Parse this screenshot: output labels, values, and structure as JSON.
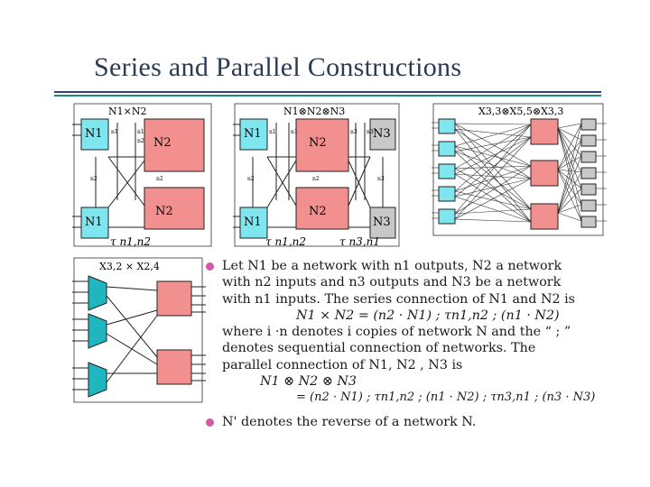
{
  "slide": {
    "title": "Series and Parallel Constructions",
    "colors": {
      "rule_blue": "#2f3c8f",
      "rule_teal": "#1a8c7a",
      "box_cyan": "#7fe6ef",
      "box_pink": "#f1908e",
      "box_gray": "#c8c8c8",
      "bullet": "#d15aa8"
    }
  },
  "diagram_a": {
    "label": "N1×N2",
    "box_n1_top": "N1",
    "box_n1_bottom": "N1",
    "box_n2_top": "N2",
    "box_n2_bottom": "N2",
    "edge_labels": [
      "n1",
      "n1",
      "n2",
      "n2",
      "n2"
    ],
    "tau": "τ n1,n2"
  },
  "diagram_b": {
    "label": "N1⊗N2⊗N3",
    "box_n1_top": "N1",
    "box_n1_bottom": "N1",
    "box_n2_top": "N2",
    "box_n2_bottom": "N2",
    "box_n3_top": "N3",
    "box_n3_bottom": "N3",
    "edge_labels": [
      "n1",
      "n1",
      "n2",
      "n2",
      "n3",
      "n3",
      "n3"
    ],
    "tau_left": "τ n1,n2",
    "tau_right": "τ n3,n1"
  },
  "diagram_c": {
    "label": "X3,3⊗X5,5⊗X3,3"
  },
  "diagram_d": {
    "label": "X3,2 × X2,4"
  },
  "bullets": {
    "b1_lines": [
      "Let N1 be a network with n1 outputs, N2 a network",
      "with n2 inputs and n3 outputs and N3 be a network",
      "with n1 inputs. The series connection of N1 and N2 is"
    ],
    "eq_series": "N1 × N2 = (n2 · N1) ; τn1,n2 ; (n1 · N2)",
    "b1_lines_2": [
      "where i ·n denotes i copies of network N and the “ ; ”",
      "denotes sequential connection of networks. The",
      "parallel connection of N1, N2 , N3 is"
    ],
    "eq_parallel_1": "N1 ⊗ N2 ⊗ N3",
    "eq_parallel_2": "= (n2 · N1) ; τn1,n2 ; (n1 · N2) ; τn3,n1 ; (n3 · N3)",
    "b2": "N' denotes the reverse of a network N."
  }
}
